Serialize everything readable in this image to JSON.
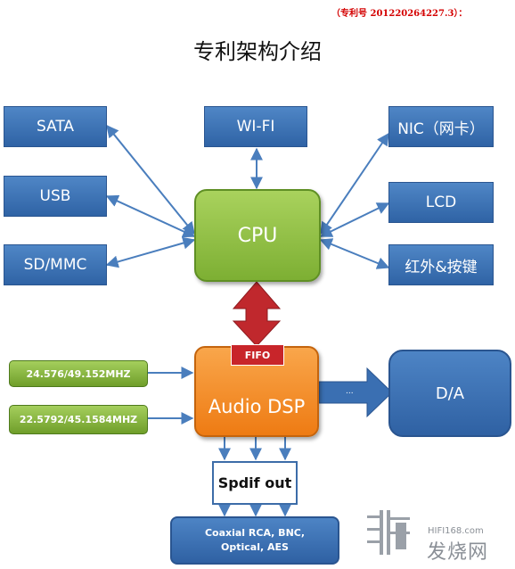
{
  "patent_number": "（专利号 201220264227.3）：",
  "title": "专利架构介绍",
  "cpu": {
    "label": "CPU"
  },
  "audio_dsp": {
    "label": "Audio DSP",
    "fifo_label": "FIFO"
  },
  "left_peripherals": [
    "SATA",
    "USB",
    "SD/MMC"
  ],
  "top_peripheral": "WI-FI",
  "right_peripherals": [
    "NIC（网卡）",
    "LCD",
    "红外&按键"
  ],
  "clocks": [
    "24.576/49.152MHZ",
    "22.5792/45.1584MHZ"
  ],
  "dac": {
    "label": "D/A",
    "arrow_label": "..."
  },
  "spdif": {
    "label": "Spdif out"
  },
  "outputs": {
    "label": "Coaxial RCA, BNC, Optical, AES"
  },
  "watermark": {
    "url": "HIFI168.com",
    "name": "发烧网"
  },
  "colors": {
    "peripheral_blue": "#3a6fb2",
    "cpu_green": "#8fc043",
    "dsp_orange": "#f28c28",
    "fifo_red": "#c8252a",
    "arrow_red": "#c0282d",
    "connector_blue": "#4a7ebd"
  }
}
